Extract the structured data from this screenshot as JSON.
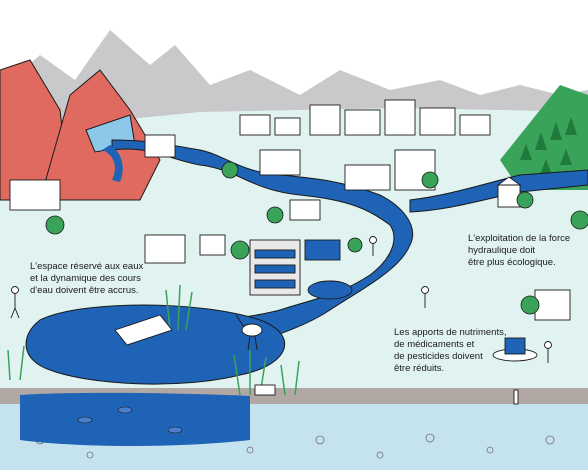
{
  "callouts": {
    "space_for_water": "L'espace réservé aux eaux\net la dynamique des cours\nd'eau doivent être accrus.",
    "hydropower": "L'exploitation de la force\nhydraulique doit\nêtre plus écologique.",
    "nutrients": "Les apports de nutriments,\nde médicaments et\nde pesticides doivent\nêtre réduits."
  },
  "colors": {
    "water": "#1f63b6",
    "land": "#e1f3f0",
    "mountain_red": "#e06a5f",
    "mountain_grey": "#c9c9cb",
    "forest": "#3aa35a",
    "soil": "#b1a7a3",
    "groundwater": "#c5e3ee",
    "dam": "#8ec8e8",
    "outline": "#1a1a1a"
  }
}
